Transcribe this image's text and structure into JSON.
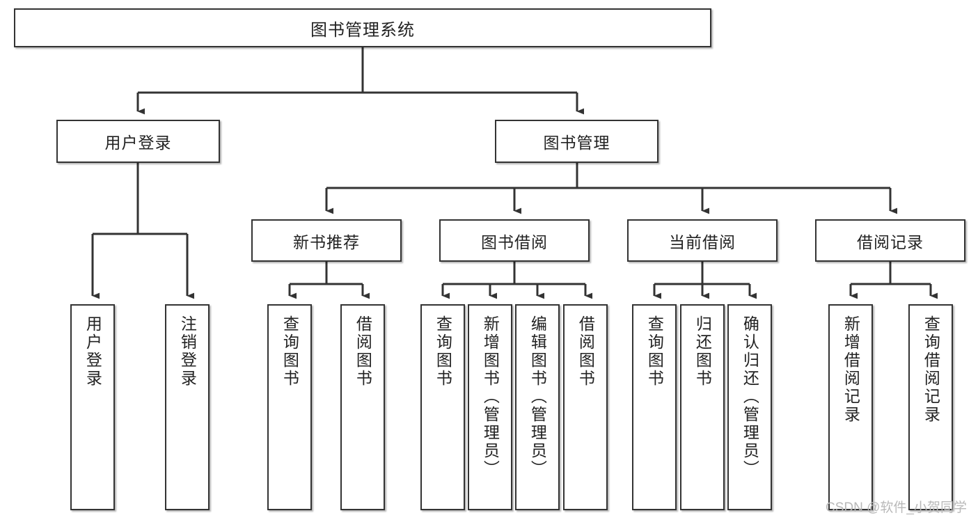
{
  "diagram": {
    "title": "图书管理系统",
    "type": "tree-hierarchy-chart",
    "root": {
      "label": "图书管理系统"
    },
    "level1": [
      {
        "label": "用户登录"
      },
      {
        "label": "图书管理"
      }
    ],
    "level2": [
      {
        "label": "新书推荐"
      },
      {
        "label": "图书借阅"
      },
      {
        "label": "当前借阅"
      },
      {
        "label": "借阅记录"
      }
    ],
    "leaves": {
      "user_login": [
        {
          "label": "用户登录"
        },
        {
          "label": "注销登录"
        }
      ],
      "new_book_recommend": [
        {
          "label": "查询图书"
        },
        {
          "label": "借阅图书"
        }
      ],
      "book_borrow": [
        {
          "label": "查询图书"
        },
        {
          "label": "新增图书（管理员）"
        },
        {
          "label": "编辑图书（管理员）"
        },
        {
          "label": "借阅图书"
        }
      ],
      "current_borrow": [
        {
          "label": "查询图书"
        },
        {
          "label": "归还图书"
        },
        {
          "label": "确认归还（管理员）"
        }
      ],
      "borrow_record": [
        {
          "label": "新增借阅记录"
        },
        {
          "label": "查询借阅记录"
        }
      ]
    }
  },
  "watermark": {
    "text": "CSDN @软件_小贺同学"
  },
  "colors": {
    "border": "#333333",
    "text": "#222222",
    "background": "#ffffff",
    "watermark": "#b9b9b9"
  }
}
